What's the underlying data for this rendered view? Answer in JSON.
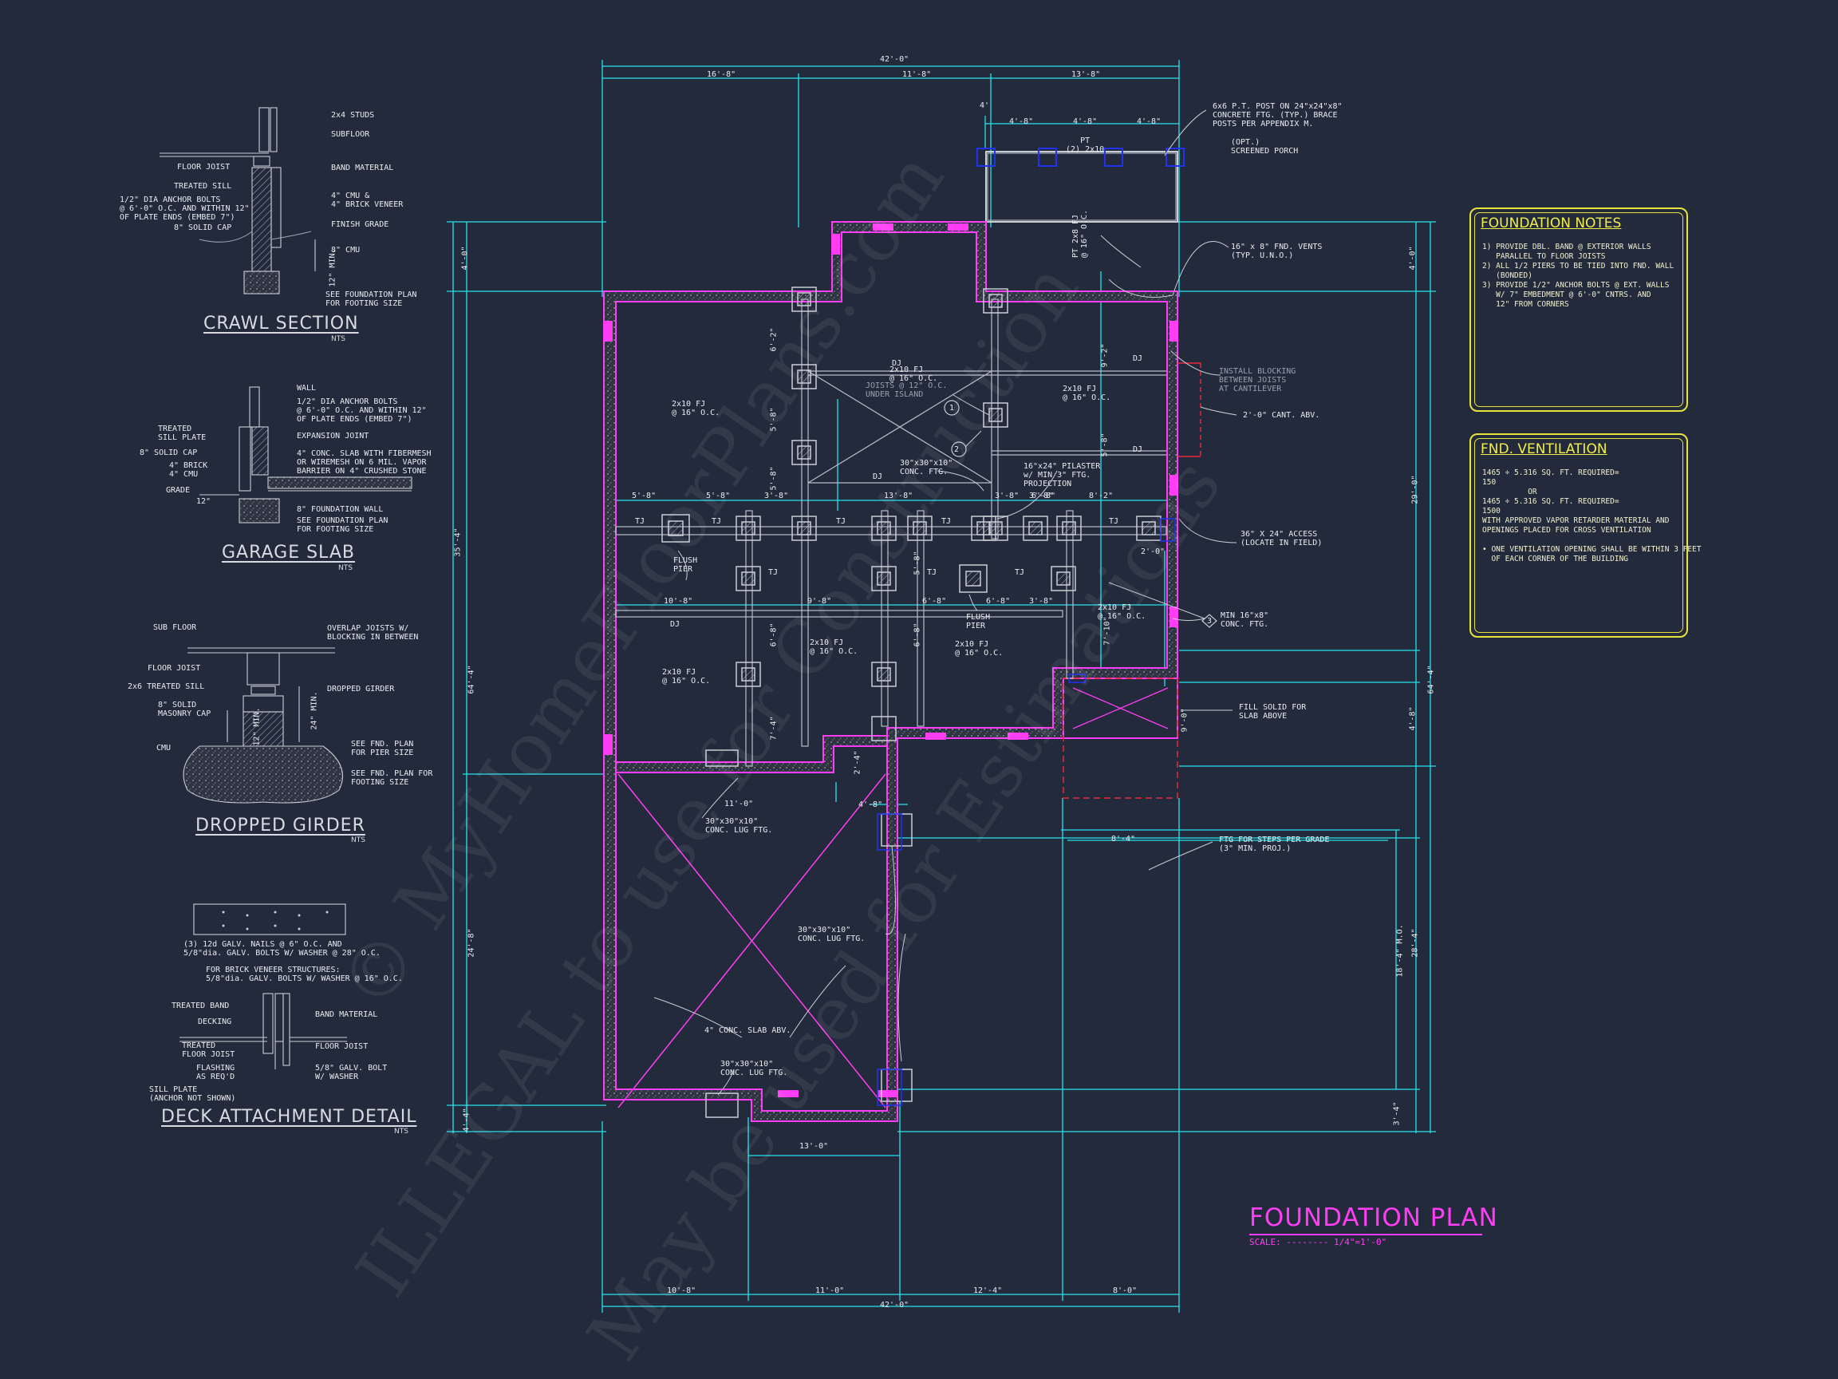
{
  "colors": {
    "background": "#232a3b",
    "dimension": "#25e4ee",
    "wall_outline": "#ff3df5",
    "wall_fill": "#3a3f4c",
    "hidden_red": "#e8283a",
    "notes_box": "#e8e23a",
    "footing_blue": "#2233ee",
    "text": "#e9ecef"
  },
  "details": {
    "crawl": {
      "title": "CRAWL SECTION",
      "nts": "NTS",
      "labels": [
        "2x4 STUDS",
        "SUBFLOOR",
        "FLOOR JOIST",
        "BAND MATERIAL",
        "TREATED SILL",
        "4\" CMU &\n4\" BRICK VENEER",
        "1/2\" DIA ANCHOR BOLTS\n@ 6'-0\" O.C. AND WITHIN 12\"\nOF PLATE ENDS (EMBED 7\")",
        "8\" SOLID CAP",
        "FINISH GRADE",
        "8\" CMU",
        "12\" MIN.",
        "SEE FOUNDATION PLAN\nFOR FOOTING SIZE"
      ]
    },
    "garage": {
      "title": "GARAGE SLAB",
      "nts": "NTS",
      "labels": [
        "WALL",
        "1/2\" DIA ANCHOR BOLTS\n@ 6'-0\" O.C. AND WITHIN 12\"\nOF PLATE ENDS (EMBED 7\")",
        "TREATED\nSILL PLATE",
        "EXPANSION JOINT",
        "8\" SOLID CAP",
        "4\" CONC. SLAB WITH FIBERMESH\nOR WIREMESH ON 6 MIL. VAPOR\nBARRIER ON 4\" CRUSHED STONE",
        "4\" BRICK\n4\" CMU",
        "GRADE",
        "8\" FOUNDATION WALL",
        "SEE FOUNDATION PLAN\nFOR FOOTING SIZE",
        "12\""
      ]
    },
    "girder": {
      "title": "DROPPED GIRDER",
      "nts": "NTS",
      "labels": [
        "SUB FLOOR",
        "OVERLAP JOISTS W/\nBLOCKING IN BETWEEN",
        "FLOOR JOIST",
        "2x6 TREATED SILL",
        "DROPPED GIRDER",
        "8\" SOLID\nMASONRY CAP",
        "CMU",
        "SEE FND. PLAN\nFOR PIER SIZE",
        "SEE FND. PLAN FOR\nFOOTING SIZE",
        "24\" MIN.",
        "12\" MIN."
      ]
    },
    "deck": {
      "title": "DECK ATTACHMENT DETAIL",
      "nts": "NTS",
      "labels": [
        "(3) 12d GALV. NAILS @ 6\" O.C. AND\n5/8\"dia. GALV. BOLTS W/ WASHER @ 28\" O.C.",
        "FOR BRICK VENEER STRUCTURES:\n5/8\"dia. GALV. BOLTS W/ WASHER @ 16\" O.C.",
        "TREATED BAND",
        "BAND MATERIAL",
        "DECKING",
        "FLOOR JOIST",
        "TREATED\nFLOOR JOIST",
        "FLASHING\nAS REQ'D",
        "5/8\" GALV. BOLT\nW/ WASHER",
        "SILL PLATE\n(ANCHOR NOT SHOWN)"
      ]
    }
  },
  "plan": {
    "title": "FOUNDATION PLAN",
    "scale": "SCALE: -------- 1/4\"=1'-0\"",
    "dims_top": {
      "overall": "42'-0\"",
      "segments": [
        "16'-8\"",
        "11'-8\"",
        "13'-8\""
      ]
    },
    "porch_dims": [
      "4'",
      "4'-8\"",
      "4'-8\"",
      "4'-8\""
    ],
    "dims_bottom": {
      "overall": "42'-0\"",
      "segments": [
        "10'-8\"",
        "11'-0\"",
        "12'-4\"",
        "8'-0\""
      ]
    },
    "dims_left": [
      "4'-0\"",
      "35'-4\"",
      "64'-4\"",
      "24'-8\"",
      "4'-4\""
    ],
    "dims_right": [
      "4'-0\"",
      "29'-0\"",
      "64'-4\"",
      "4'-8\"",
      "28'-4\"",
      "18'-4\" M.O.",
      "3'-4\""
    ],
    "interior_dims": [
      "5'-8\"",
      "5'-8\"",
      "3'-8\"",
      "13'-8\"",
      "3'-8\"",
      "6'-8\"",
      "8'-2\"",
      "6'-2\"",
      "5'-8\"",
      "5'-8\"",
      "9'-2\"",
      "5'-8\"",
      "10'-8\"",
      "9'-8\"",
      "6'-8\"",
      "6'-8\"",
      "3'-8\"",
      "3'-8\"",
      "6'-8\"",
      "6'-8\"",
      "5'-8\"",
      "7'-4\"",
      "2'-4\"",
      "11'-0\"",
      "4'-8\"",
      "13'-0\"",
      "8'-4\"",
      "2'-0\"",
      "7'-10\"",
      "9'-0\""
    ],
    "labels": {
      "post": "6x6 P.T. POST ON 24\"x24\"x8\"\nCONCRETE FTG. (TYP.) BRACE\nPOSTS PER APPENDIX M.",
      "porch": "(OPT.)\nSCREENED PORCH",
      "porch_beam": "PT\n(2) 2x10",
      "porch_fj": "PT 2x8 FJ\n@ 16\" O.C.",
      "vents": "16\" x 8\" FND. VENTS\n(TYP. U.N.O.)",
      "blocking": "INSTALL BLOCKING\nBETWEEN JOISTS\nAT CANTILEVER",
      "cant": "2'-0\" CANT. ABV.",
      "access": "36\" X 24\" ACCESS\n(LOCATE IN FIELD)",
      "ftg_min": "MIN 16\"x8\"\nCONC. FTG.",
      "fill": "FILL SOLID FOR\nSLAB ABOVE",
      "steps": "FTG FOR STEPS PER GRADE\n(3\" MIN. PROJ.)",
      "slab": "4\" CONC. SLAB ABV.",
      "lug1": "30\"x30\"x10\"\nCONC. LUG FTG.",
      "lug2": "30\"x30\"x10\"\nCONC. LUG FTG.",
      "lug3": "30\"x30\"x10\"\nCONC. LUG FTG.",
      "ftg_center": "30\"x30\"x10\"\nCONC. FTG.",
      "pilaster": "16\"x24\" PILASTER\nw/ MIN 3\" FTG.\nPROJECTION",
      "joists_island": "JOISTS @ 12\" O.C.\nUNDER ISLAND",
      "flush1": "FLUSH\nPIER",
      "flush2": "FLUSH\nPIER",
      "fj": "2x10 FJ\n@ 16\" O.C.",
      "dj": "DJ",
      "tj": "TJ",
      "tag1": "1",
      "tag2": "2",
      "tag3": "3"
    }
  },
  "notes": {
    "foundation": {
      "title": "FOUNDATION NOTES",
      "items": "1) PROVIDE DBL. BAND @ EXTERIOR WALLS\n   PARALLEL TO FLOOR JOISTS\n2) ALL 1/2 PIERS TO BE TIED INTO FND. WALL\n   (BONDED)\n3) PROVIDE 1/2\" ANCHOR BOLTS @ EXT. WALLS\n   W/ 7\" EMBEDMENT @ 6'-0\" CNTRS. AND\n   12\" FROM CORNERS"
    },
    "ventilation": {
      "title": "FND. VENTILATION",
      "items": "1465 ÷ 5.316 SQ. FT. REQUIRED=\n150\n          OR\n1465 ÷ 5.316 SQ. FT. REQUIRED=\n1500\nWITH APPROVED VAPOR RETARDER MATERIAL AND\nOPENINGS PLACED FOR CROSS VENTILATION\n\n• ONE VENTILATION OPENING SHALL BE WITHIN 3 FEET\n  OF EACH CORNER OF THE BUILDING"
    }
  },
  "watermark": {
    "line1": "© MyHomeFloorPlans.com",
    "line2": "ILLEGAL to use for Construction",
    "line3": "May be used for Estimations"
  }
}
